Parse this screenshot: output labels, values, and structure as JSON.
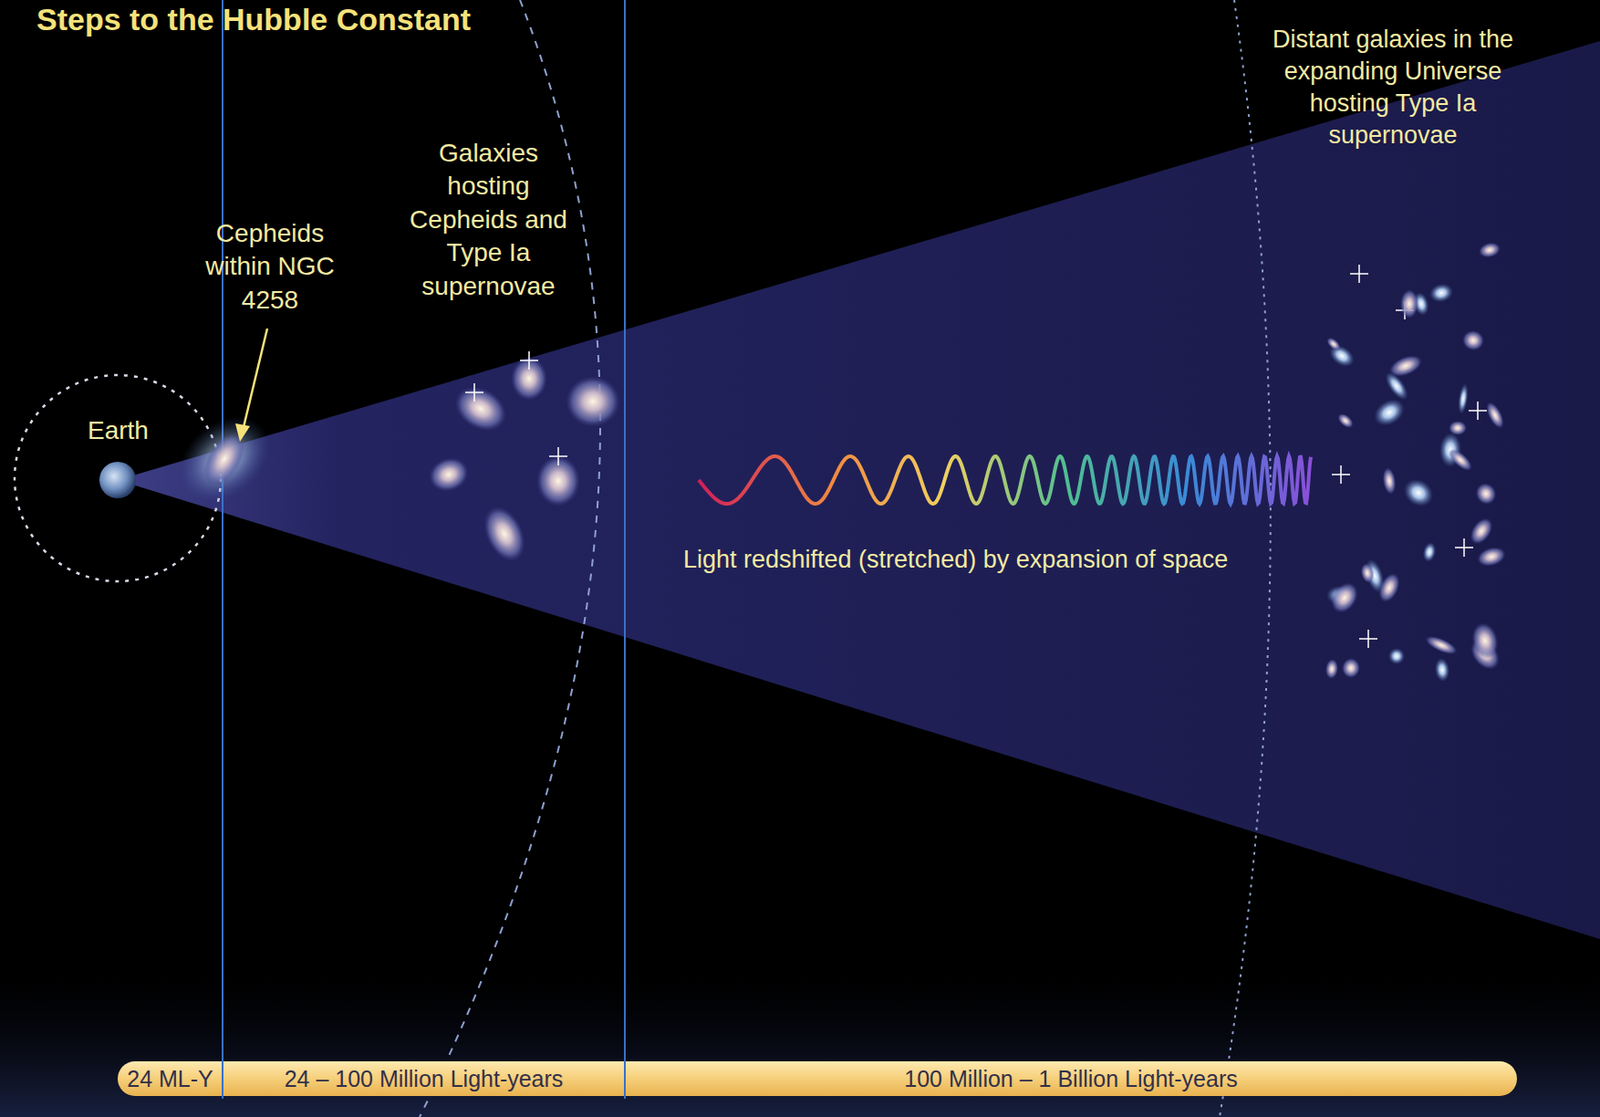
{
  "diagram": {
    "title": "Steps to the Hubble Constant",
    "nodes": [
      {
        "text": [
          "24 ML-Y"
        ]
      },
      {
        "text": [
          "24 – 100 Million Light-years"
        ]
      },
      {
        "text": [
          "100 Million – 1 Billion Light-years"
        ]
      }
    ],
    "labels": [
      "Earth",
      "Cepheids within NGC 4258",
      "Galaxies hosting Cepheids and Type Ia supernovae",
      "Light redshifted (stretched) by expansion of space",
      "Distant galaxies in the expanding Universe hosting Type Ia supernovae"
    ]
  }
}
